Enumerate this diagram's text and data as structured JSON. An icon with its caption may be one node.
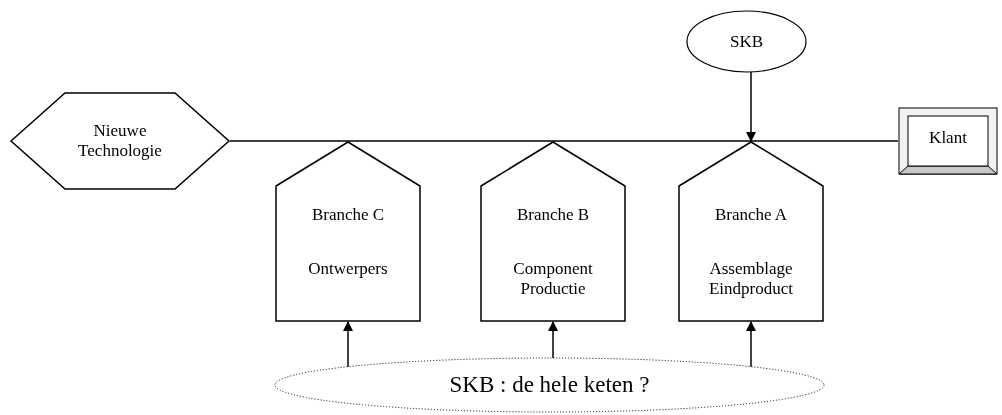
{
  "diagram": {
    "nodes": [
      {
        "text": [
          "Nieuwe Technologie"
        ]
      },
      {
        "text": [
          "Branche C",
          "Ontwerpers"
        ]
      },
      {
        "text": [
          "Branche B",
          "Component Productie"
        ]
      },
      {
        "text": [
          "Branche A",
          "Assemblage Eindproduct"
        ]
      },
      {
        "text": [
          "SKB"
        ]
      },
      {
        "text": [
          "Klant"
        ]
      },
      {
        "text": [
          "SKB : de hele keten ?"
        ]
      }
    ],
    "edges": [
      {
        "from": 0,
        "to": 5,
        "arrow": "none"
      },
      {
        "from": 4,
        "to": 3,
        "arrow": "to"
      },
      {
        "from": 6,
        "to": 1,
        "arrow": "to"
      },
      {
        "from": 6,
        "to": 2,
        "arrow": "to"
      },
      {
        "from": 6,
        "to": 3,
        "arrow": "to"
      }
    ]
  }
}
